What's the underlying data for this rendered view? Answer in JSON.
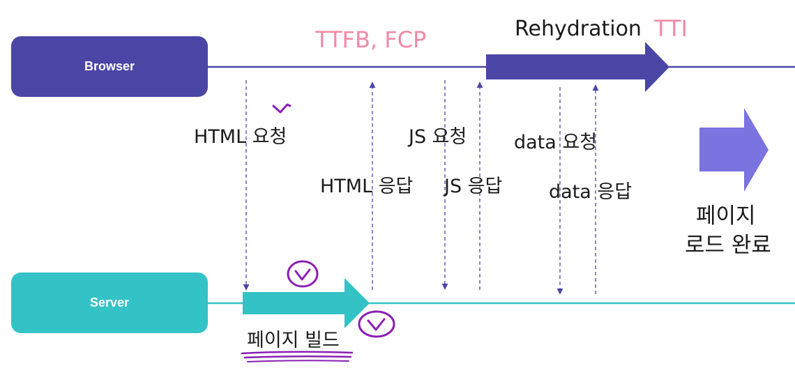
{
  "lanes": {
    "browser": {
      "label": "Browser",
      "color": "#4b45a6"
    },
    "server": {
      "label": "Server",
      "color": "#33c2c6"
    }
  },
  "labels": {
    "ttfb_fcp": "TTFB, FCP",
    "rehydration": "Rehydration",
    "tti": "TTI",
    "html_request": "HTML 요청",
    "js_request": "JS 요청",
    "data_request": "data 요청",
    "html_response": "HTML 응답",
    "js_response": "JS 응답",
    "data_response": "data 응답",
    "page_load_line1": "페이지",
    "page_load_line2": "로드 완료",
    "page_build": "페이지 빌드"
  },
  "colors": {
    "accent_pink": "#f28aa6",
    "annotation_purple": "#8a1fb3",
    "arrow_dark": "#4b45a6",
    "arrow_light": "#7b73e0",
    "server_teal": "#33c2c6"
  }
}
